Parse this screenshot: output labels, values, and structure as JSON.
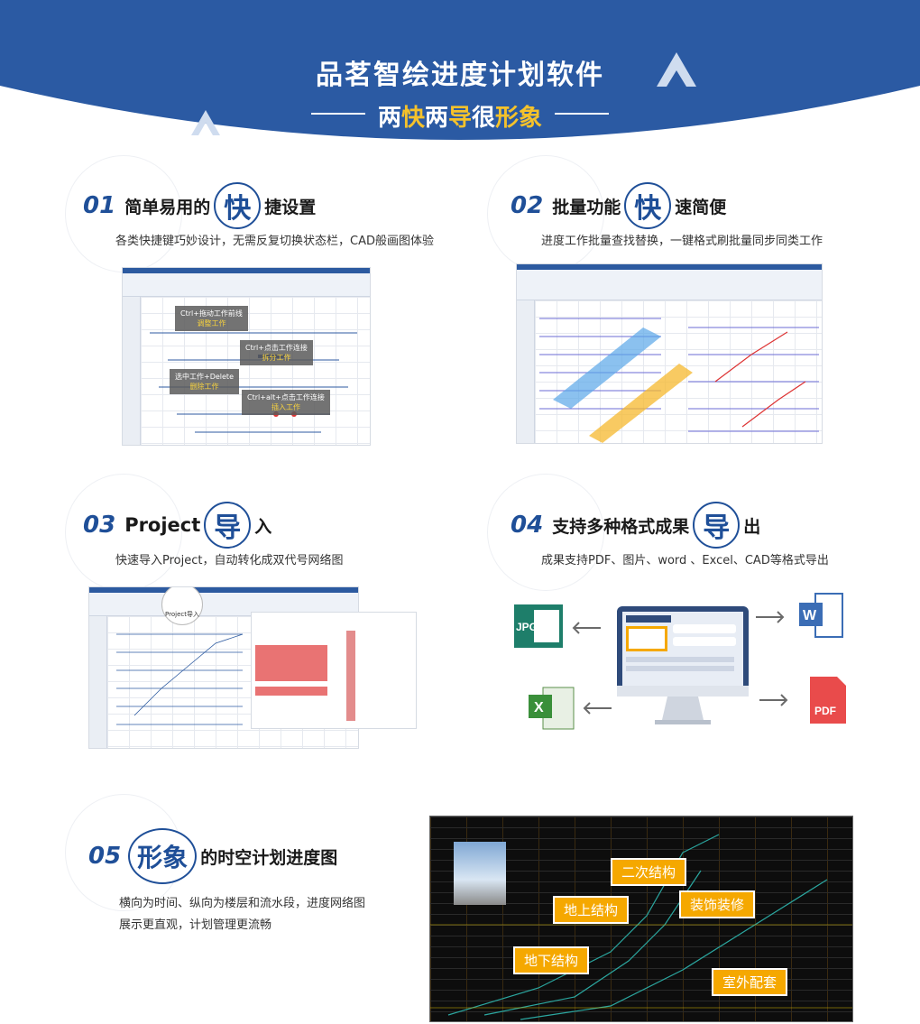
{
  "header": {
    "title": "品茗智绘进度计划软件",
    "subtitle_parts": [
      "两",
      "快",
      "两",
      "导",
      "很",
      "形象"
    ]
  },
  "sections": [
    {
      "num": "01",
      "title_pre": "简单易用的",
      "circle": "快",
      "title_post": "捷设置",
      "desc": "各类快捷键巧妙设计，无需反复切换状态栏，CAD般画图体验",
      "tips": [
        {
          "l1": "Ctrl+拖动工作前线",
          "l2": "调整工作"
        },
        {
          "l1": "Ctrl+点击工作连接",
          "l2": "拆分工作"
        },
        {
          "l1": "选中工作+Delete",
          "l2": "删除工作"
        },
        {
          "l1": "Ctrl+alt+点击工作连接",
          "l2": "插入工作"
        }
      ]
    },
    {
      "num": "02",
      "title_pre": "批量功能",
      "circle": "快",
      "title_post": "速简便",
      "desc": "进度工作批量查找替换，一键格式刷批量同步同类工作"
    },
    {
      "num": "03",
      "title_pre": "Project",
      "circle": "导",
      "title_post": "入",
      "desc": "快速导入Project，自动转化成双代号网络图",
      "button": "Project导入"
    },
    {
      "num": "04",
      "title_pre": "支持多种格式成果",
      "circle": "导",
      "title_post": "出",
      "desc": "成果支持PDF、图片、word 、Excel、CAD等格式导出",
      "formats": {
        "jpg": "JPG",
        "pdf": "PDF",
        "word": "W",
        "excel": "X"
      }
    },
    {
      "num": "05",
      "circle": "形象",
      "title_post": "的时空计划进度图",
      "desc1": "横向为时间、纵向为楼层和流水段，进度网络图",
      "desc2": "展示更直观，计划管理更流畅",
      "labels": [
        "二次结构",
        "地上结构",
        "装饰装修",
        "地下结构",
        "室外配套"
      ]
    }
  ],
  "colors": {
    "brand_blue": "#1f4f98",
    "accent_yellow": "#f5c22b",
    "label_orange": "#f5a800"
  }
}
